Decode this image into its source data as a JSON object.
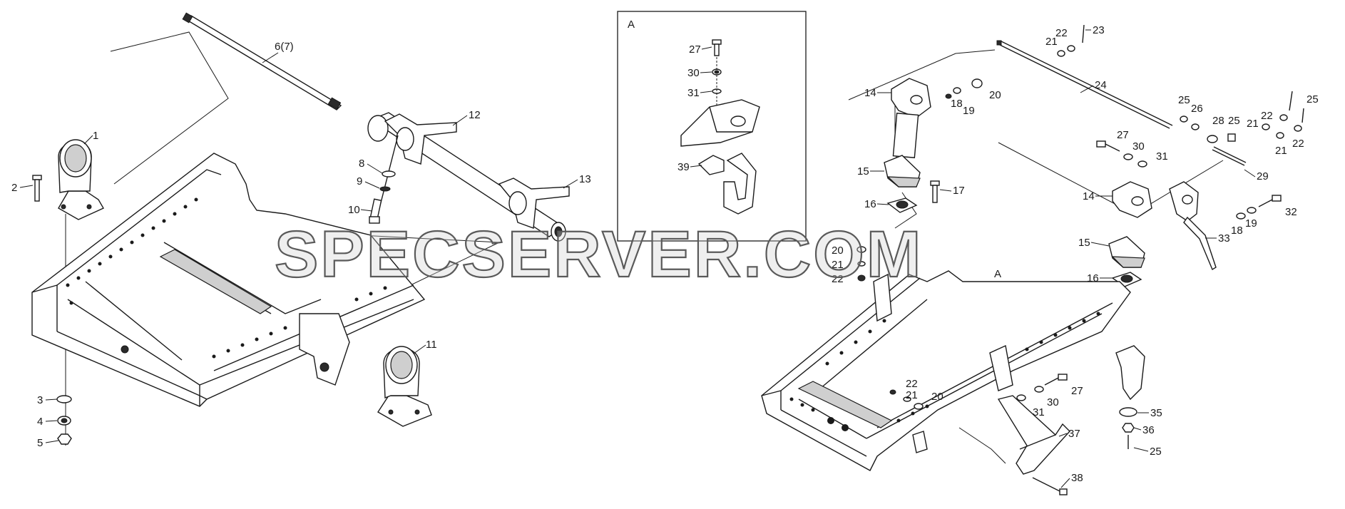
{
  "diagram": {
    "watermark": "SPECSERVER.COM",
    "detail_box_label": "A",
    "detail_callout_label": "A",
    "colors": {
      "line": "#1a1a1a",
      "background": "#ffffff",
      "watermark_outline": "#5a5a5a"
    },
    "part_labels": [
      "1",
      "2",
      "3",
      "4",
      "5",
      "6(7)",
      "8",
      "9",
      "10",
      "11",
      "12",
      "13",
      "27",
      "30",
      "31",
      "39",
      "14",
      "15",
      "16",
      "17",
      "18",
      "19",
      "20",
      "21",
      "22",
      "23",
      "24",
      "25",
      "26",
      "25",
      "21",
      "22",
      "25",
      "28",
      "22",
      "21",
      "27",
      "30",
      "31",
      "29",
      "14",
      "32",
      "18",
      "19",
      "33",
      "15",
      "16",
      "20",
      "21",
      "22",
      "22",
      "21",
      "20",
      "30",
      "27",
      "31",
      "35",
      "36",
      "25",
      "37",
      "38"
    ]
  }
}
